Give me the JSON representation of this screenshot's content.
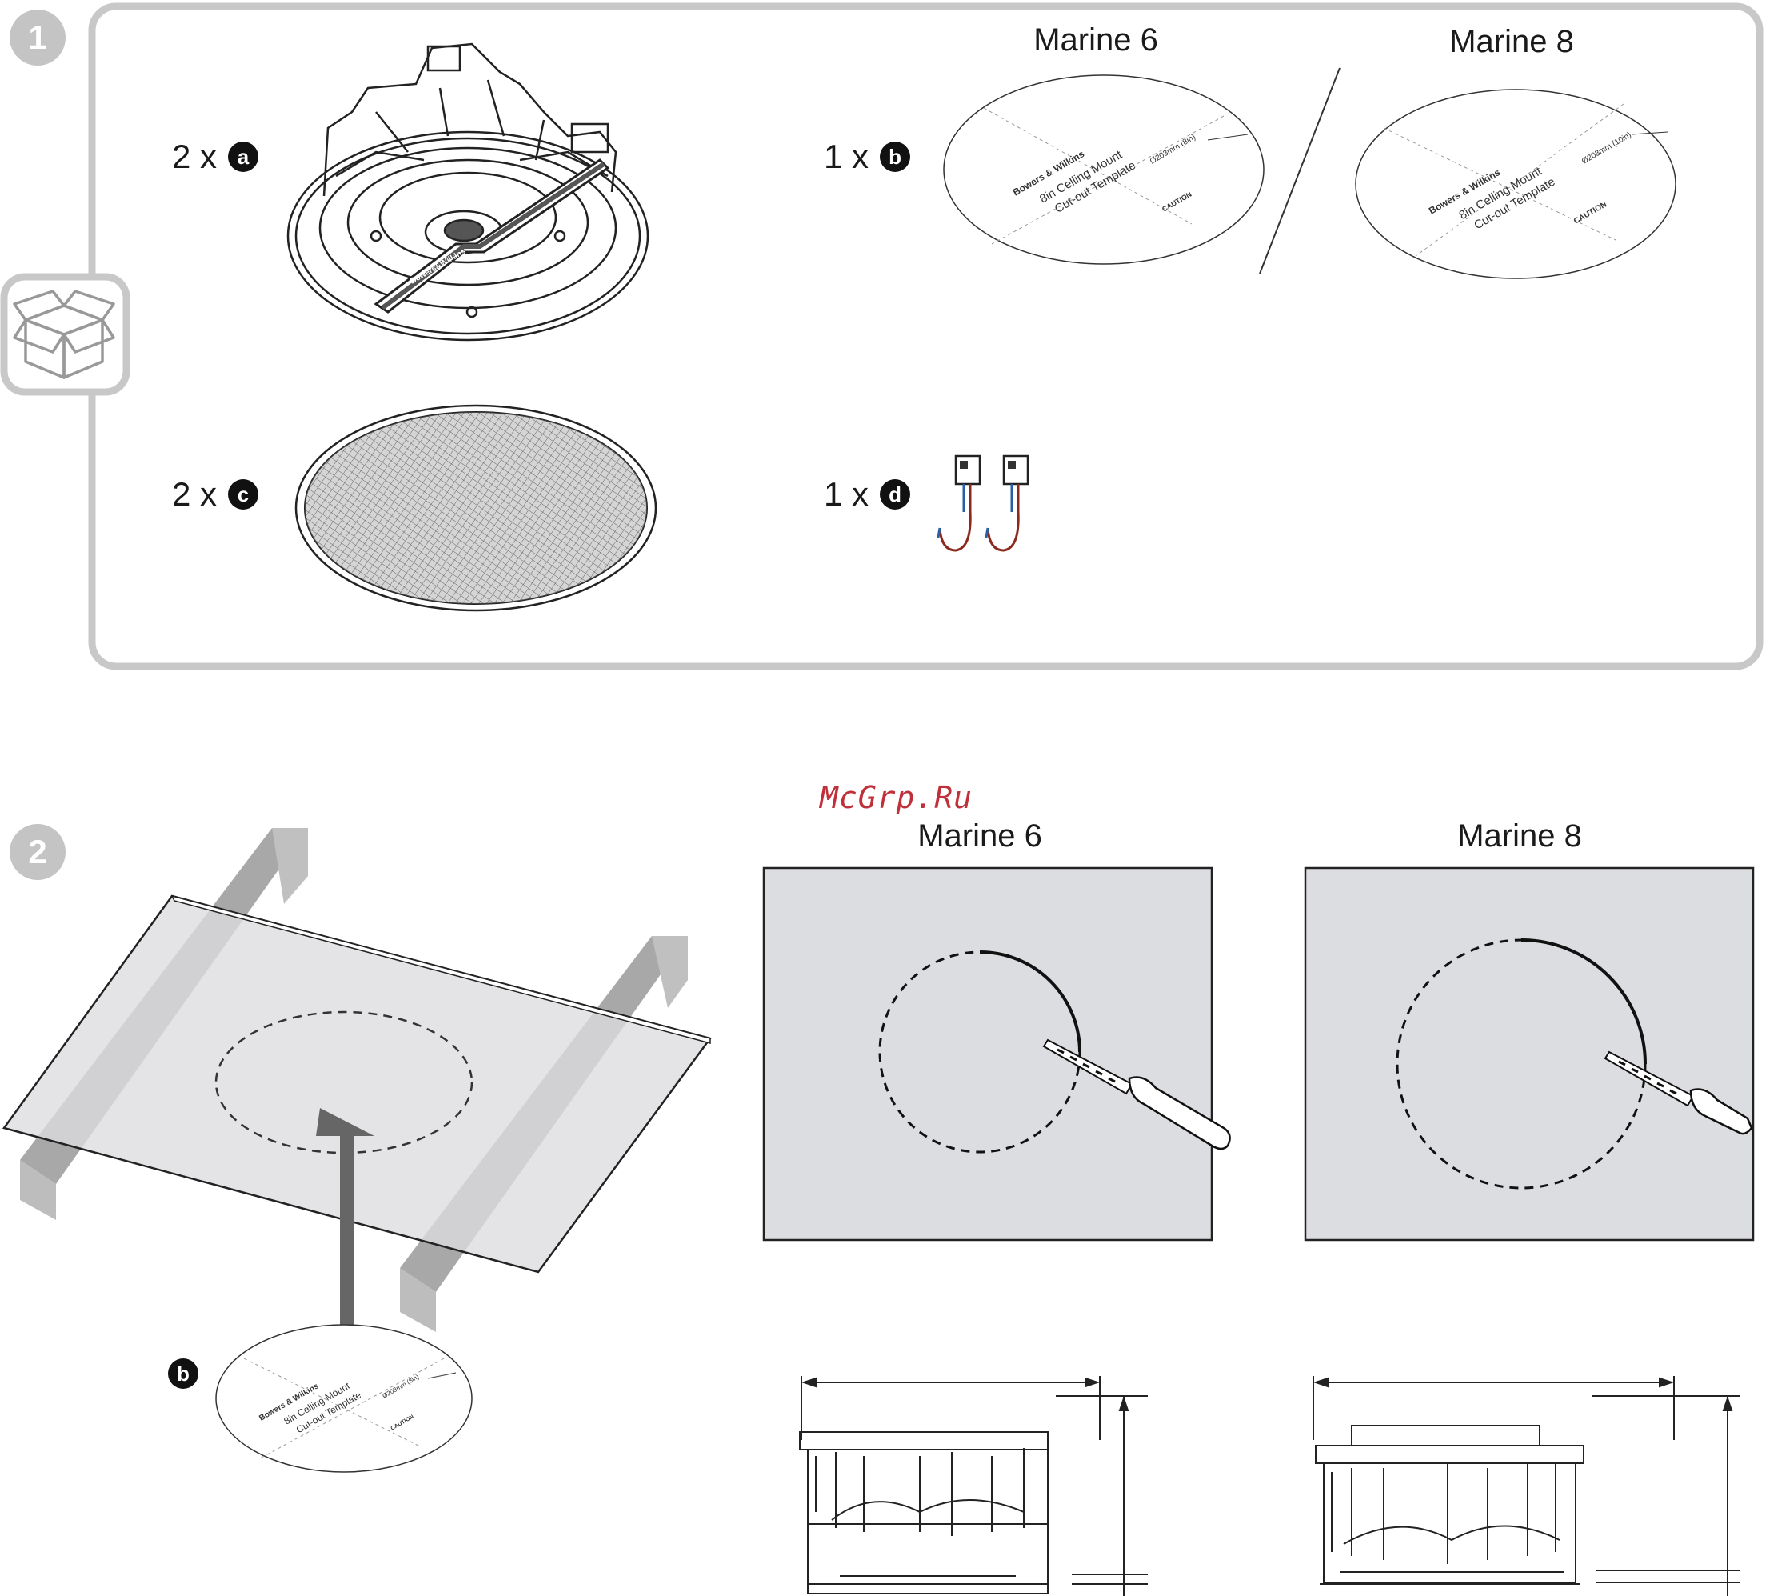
{
  "step1": {
    "number": "1",
    "items": [
      {
        "qty": "2 x",
        "letter": "a"
      },
      {
        "qty": "1 x",
        "letter": "b"
      },
      {
        "qty": "2 x",
        "letter": "c"
      },
      {
        "qty": "1 x",
        "letter": "d"
      }
    ],
    "template_titles": [
      "Marine 6",
      "Marine 8"
    ],
    "template_text": {
      "brand": "Bowers & Wilkins",
      "line1": "8in Celling Mount",
      "line2": "Cut-out Template",
      "dim6": "Ø203mm (8in)",
      "dim8": "Ø203mm (10in)",
      "caution": "CAUTION"
    },
    "speaker_brand": "Bowers&Wilkins"
  },
  "step2": {
    "number": "2",
    "watermark": "McGrp.Ru",
    "template_letter": "b",
    "panel_titles": [
      "Marine 6",
      "Marine 8"
    ]
  },
  "colors": {
    "badge": "#c4c4c4",
    "panel_fill": "#dcdde0",
    "frame_stroke": "#c8c8c8",
    "arrow": "#666666",
    "joist": "#a8a8a8",
    "wire_red": "#8a2a1e",
    "wire_blue": "#2a5fa8"
  }
}
